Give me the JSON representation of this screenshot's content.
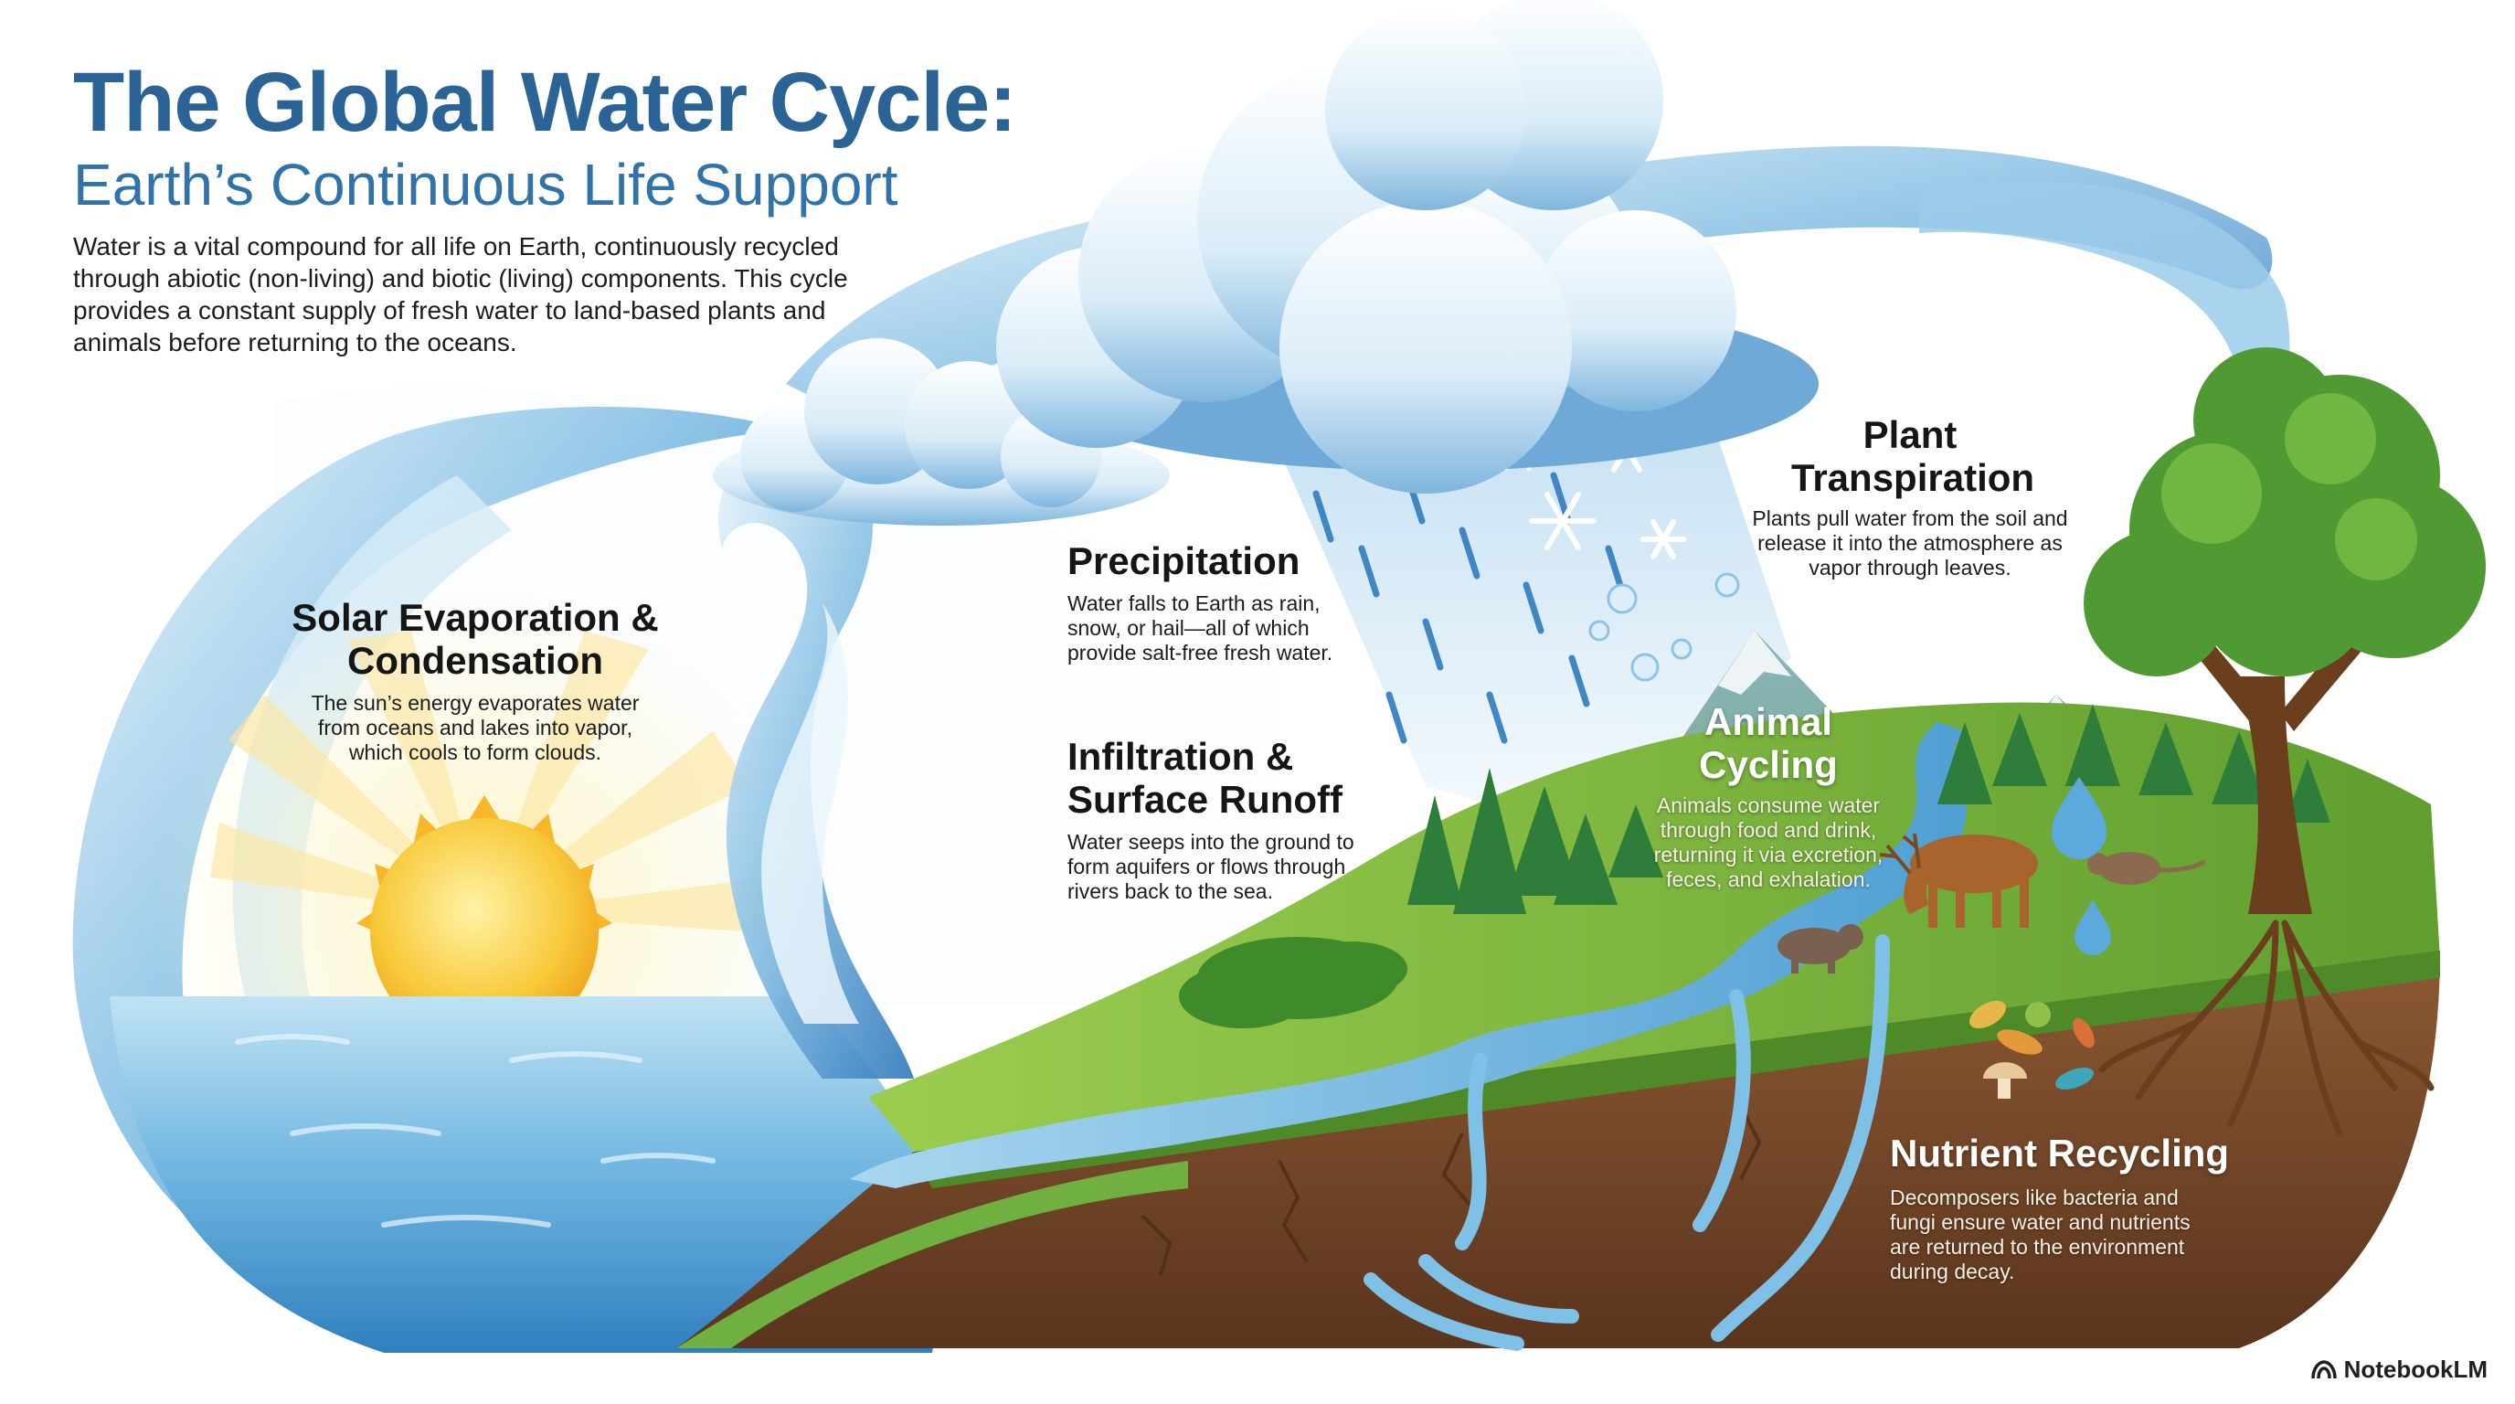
{
  "header": {
    "title": "The Global Water Cycle:",
    "subtitle": "Earth’s Continuous Life Support",
    "intro": "Water is a vital compound for all life on Earth, continuously recycled through abiotic (non-living) and biotic (living) components. This cycle provides a constant supply of fresh water to land-based plants and animals before returning to the oceans."
  },
  "sections": {
    "evaporation": {
      "heading": "Solar Evaporation & Condensation",
      "body": "The sun’s energy evaporates water from oceans and lakes into vapor, which cools to form clouds."
    },
    "precipitation": {
      "heading": "Precipitation",
      "body": "Water falls to Earth as rain, snow, or hail—all of which provide salt-free fresh water."
    },
    "infiltration": {
      "heading": "Infiltration & Surface Runoff",
      "body": "Water seeps into the ground to form aquifers or flows through rivers back to the sea."
    },
    "transpiration": {
      "heading": "Plant Transpiration",
      "body": "Plants pull water from the soil and release it into the atmosphere as vapor through leaves."
    },
    "animal": {
      "heading": "Animal Cycling",
      "body": "Animals consume water through food and drink, returning it via excretion, feces, and exhalation."
    },
    "nutrient": {
      "heading": "Nutrient Recycling",
      "body": "Decomposers like bacteria and fungi ensure water and nutrients are returned to the environment during decay."
    }
  },
  "branding": {
    "label": "NotebookLM"
  },
  "colors": {
    "title": "#2a6396",
    "subtitle": "#2f73aa",
    "ocean": "#5aa4d6",
    "grass": "#7dbb3c",
    "soil": "#7a4a2a",
    "sun": "#f7c632"
  }
}
